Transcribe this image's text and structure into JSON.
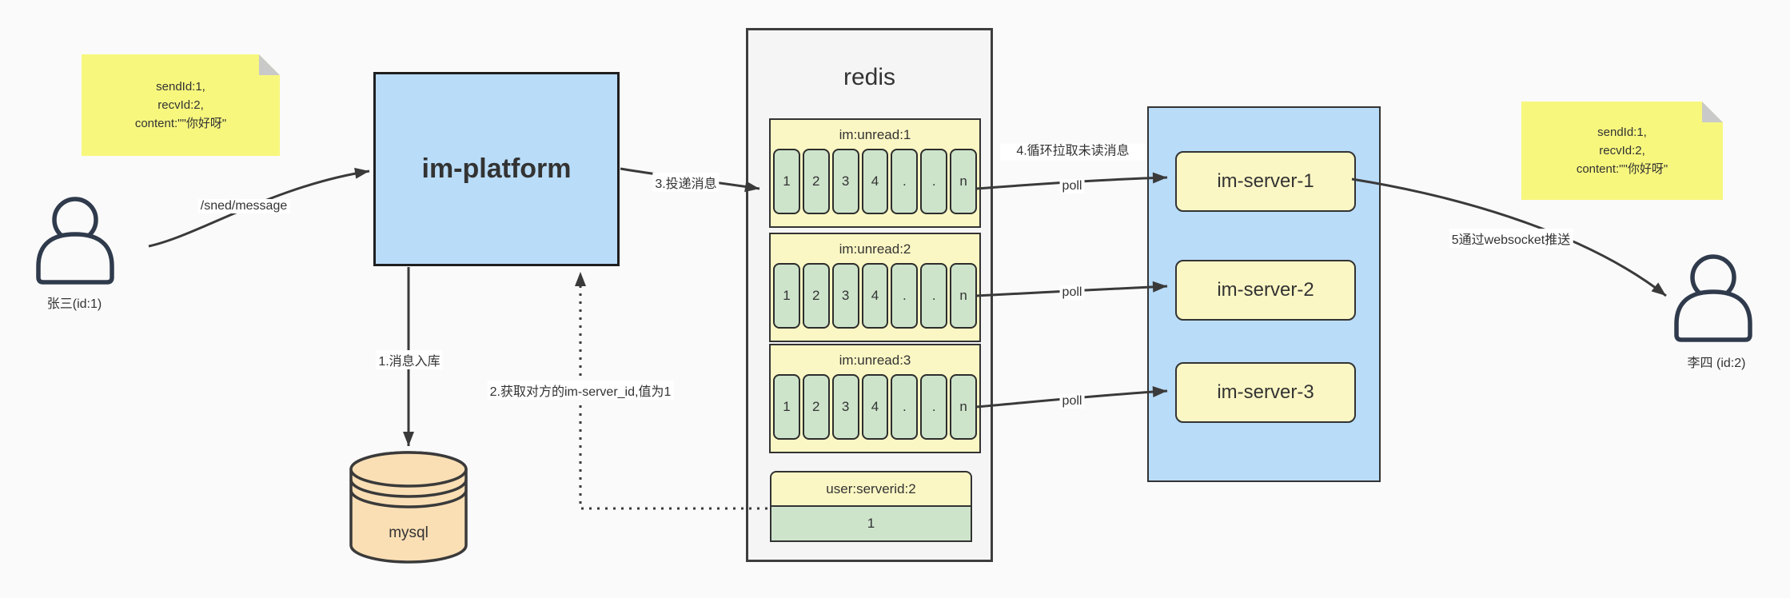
{
  "notes": {
    "left": {
      "lines": [
        "sendId:1,",
        "recvId:2,",
        "content:\"\"你好呀\""
      ]
    },
    "right": {
      "lines": [
        "sendId:1,",
        "recvId:2,",
        "content:\"\"你好呀\""
      ]
    }
  },
  "actors": {
    "sender": {
      "label": "张三(id:1)"
    },
    "receiver": {
      "label": "李四 (id:2)"
    }
  },
  "platform": {
    "label": "im-platform"
  },
  "database": {
    "label": "mysql"
  },
  "redis": {
    "title": "redis",
    "queues": [
      {
        "name": "im:unread:1",
        "cells": [
          "1",
          "2",
          "3",
          "4",
          ".",
          ".",
          "n"
        ]
      },
      {
        "name": "im:unread:2",
        "cells": [
          "1",
          "2",
          "3",
          "4",
          ".",
          ".",
          "n"
        ]
      },
      {
        "name": "im:unread:3",
        "cells": [
          "1",
          "2",
          "3",
          "4",
          ".",
          ".",
          "n"
        ]
      }
    ],
    "kv": {
      "name": "user:serverid:2",
      "value": "1"
    }
  },
  "cluster": {
    "servers": [
      {
        "label": "im-server-1"
      },
      {
        "label": "im-server-2"
      },
      {
        "label": "im-server-3"
      }
    ]
  },
  "edges": {
    "send_path": "/sned/message",
    "step1": "1.消息入库",
    "step2": "2.获取对方的im-server_id,值为1",
    "step3": "3.投递消息",
    "step4": "4.循环拉取未读消息",
    "step5": "5通过websocket推送",
    "poll": "poll"
  },
  "colors": {
    "background": "#FAFAFA",
    "note_fill": "#F7F77E",
    "note_fold": "#C9C9C9",
    "platform_fill": "#B9DCF8",
    "cluster_fill": "#B9DCF8",
    "redis_fill": "#F5F5F5",
    "queue_fill": "#FBF7C4",
    "cell_fill": "#CDE4CB",
    "server_fill": "#FBF7C4",
    "db_fill": "#FADFB5",
    "line": "#3A3A3A",
    "person": "#2F3B4C"
  }
}
